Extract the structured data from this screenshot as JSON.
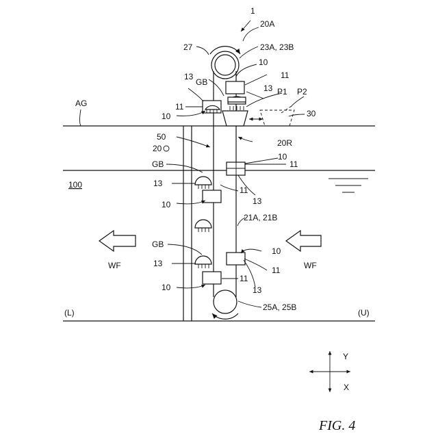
{
  "figure": {
    "caption": "FIG. 4",
    "labels": {
      "device": "1",
      "drive_unit": "20A",
      "sprocket_top_ref": "27",
      "top_sprocket": "23A, 23B",
      "ground": "AG",
      "gb_top": "GB",
      "ref_13_top_left": "13",
      "ref_11_top_left": "11",
      "ref_10_top_left": "10",
      "ref_10_top_right": "10",
      "ref_11_top_right": "11",
      "ref_13_top_right": "13",
      "p1": "P1",
      "p2": "P2",
      "ref_30": "30",
      "ref_50": "50",
      "ref_20": "20",
      "ref_20r": "20R",
      "ref_10_mid_right": "10",
      "ref_11_mid_right": "11",
      "gb_mid": "GB",
      "ref_13_mid_left": "13",
      "ref_11_mid_left": "11",
      "ref_13_mid_right": "13",
      "water": "100",
      "ref_10_mid_left": "10",
      "chain": "21A, 21B",
      "gb_low": "GB",
      "ref_10_low_right": "10",
      "ref_13_low_left": "13",
      "ref_11_low_right": "11",
      "ref_11_low_left": "11",
      "ref_13_low_right": "13",
      "ref_10_low_left": "10",
      "wf_left": "WF",
      "wf_right": "WF",
      "bottom_sprocket": "25A, 25B",
      "side_l": "(L)",
      "side_u": "(U)",
      "axis_y": "Y",
      "axis_x": "X"
    }
  }
}
